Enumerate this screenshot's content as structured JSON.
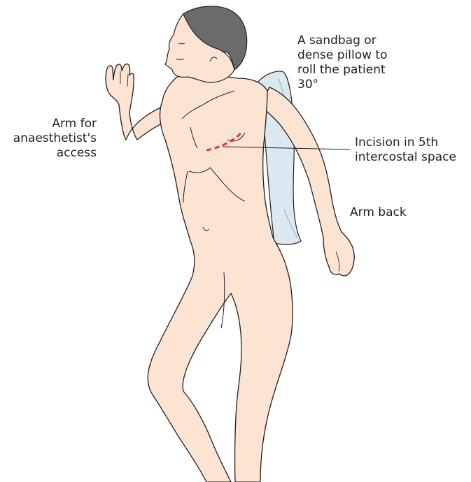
{
  "colors": {
    "skin": "#fde4d2",
    "outline": "#231f20",
    "hair": "#6b6b6b",
    "pillow": "#dce8f0",
    "pillow_shade": "#b9cfdd",
    "incision": "#e63229"
  },
  "labels": {
    "pillow": [
      "A sandbag or",
      "dense pillow to",
      "roll the patient",
      "30°"
    ],
    "arm_access": [
      "Arm for",
      "anaesthetist's",
      "access"
    ],
    "incision": [
      "Incision in 5th",
      "intercostal space"
    ],
    "arm_back": [
      "Arm back"
    ]
  }
}
